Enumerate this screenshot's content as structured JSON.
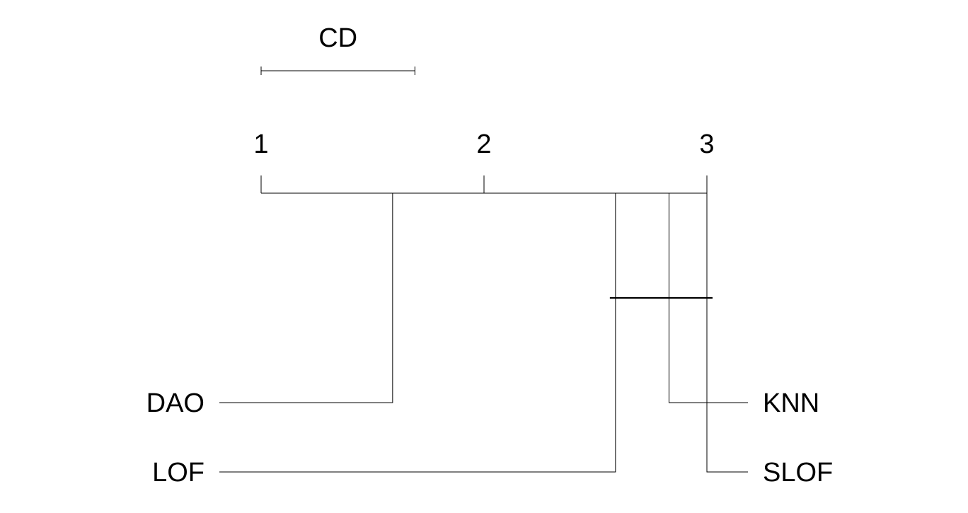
{
  "chart_data": {
    "type": "critical-difference",
    "cd_label": "CD",
    "critical_difference": 0.69,
    "axis_range": [
      1,
      3
    ],
    "ticks": [
      1,
      2,
      3
    ],
    "tick_labels": [
      "1",
      "2",
      "3"
    ],
    "methods": [
      {
        "name": "DAO",
        "rank": 1.59,
        "side": "left"
      },
      {
        "name": "LOF",
        "rank": 2.59,
        "side": "left"
      },
      {
        "name": "KNN",
        "rank": 2.83,
        "side": "right"
      },
      {
        "name": "SLOF",
        "rank": 3.0,
        "side": "right"
      }
    ],
    "cliques": [
      {
        "from_rank": 2.59,
        "to_rank": 3.0
      }
    ]
  }
}
